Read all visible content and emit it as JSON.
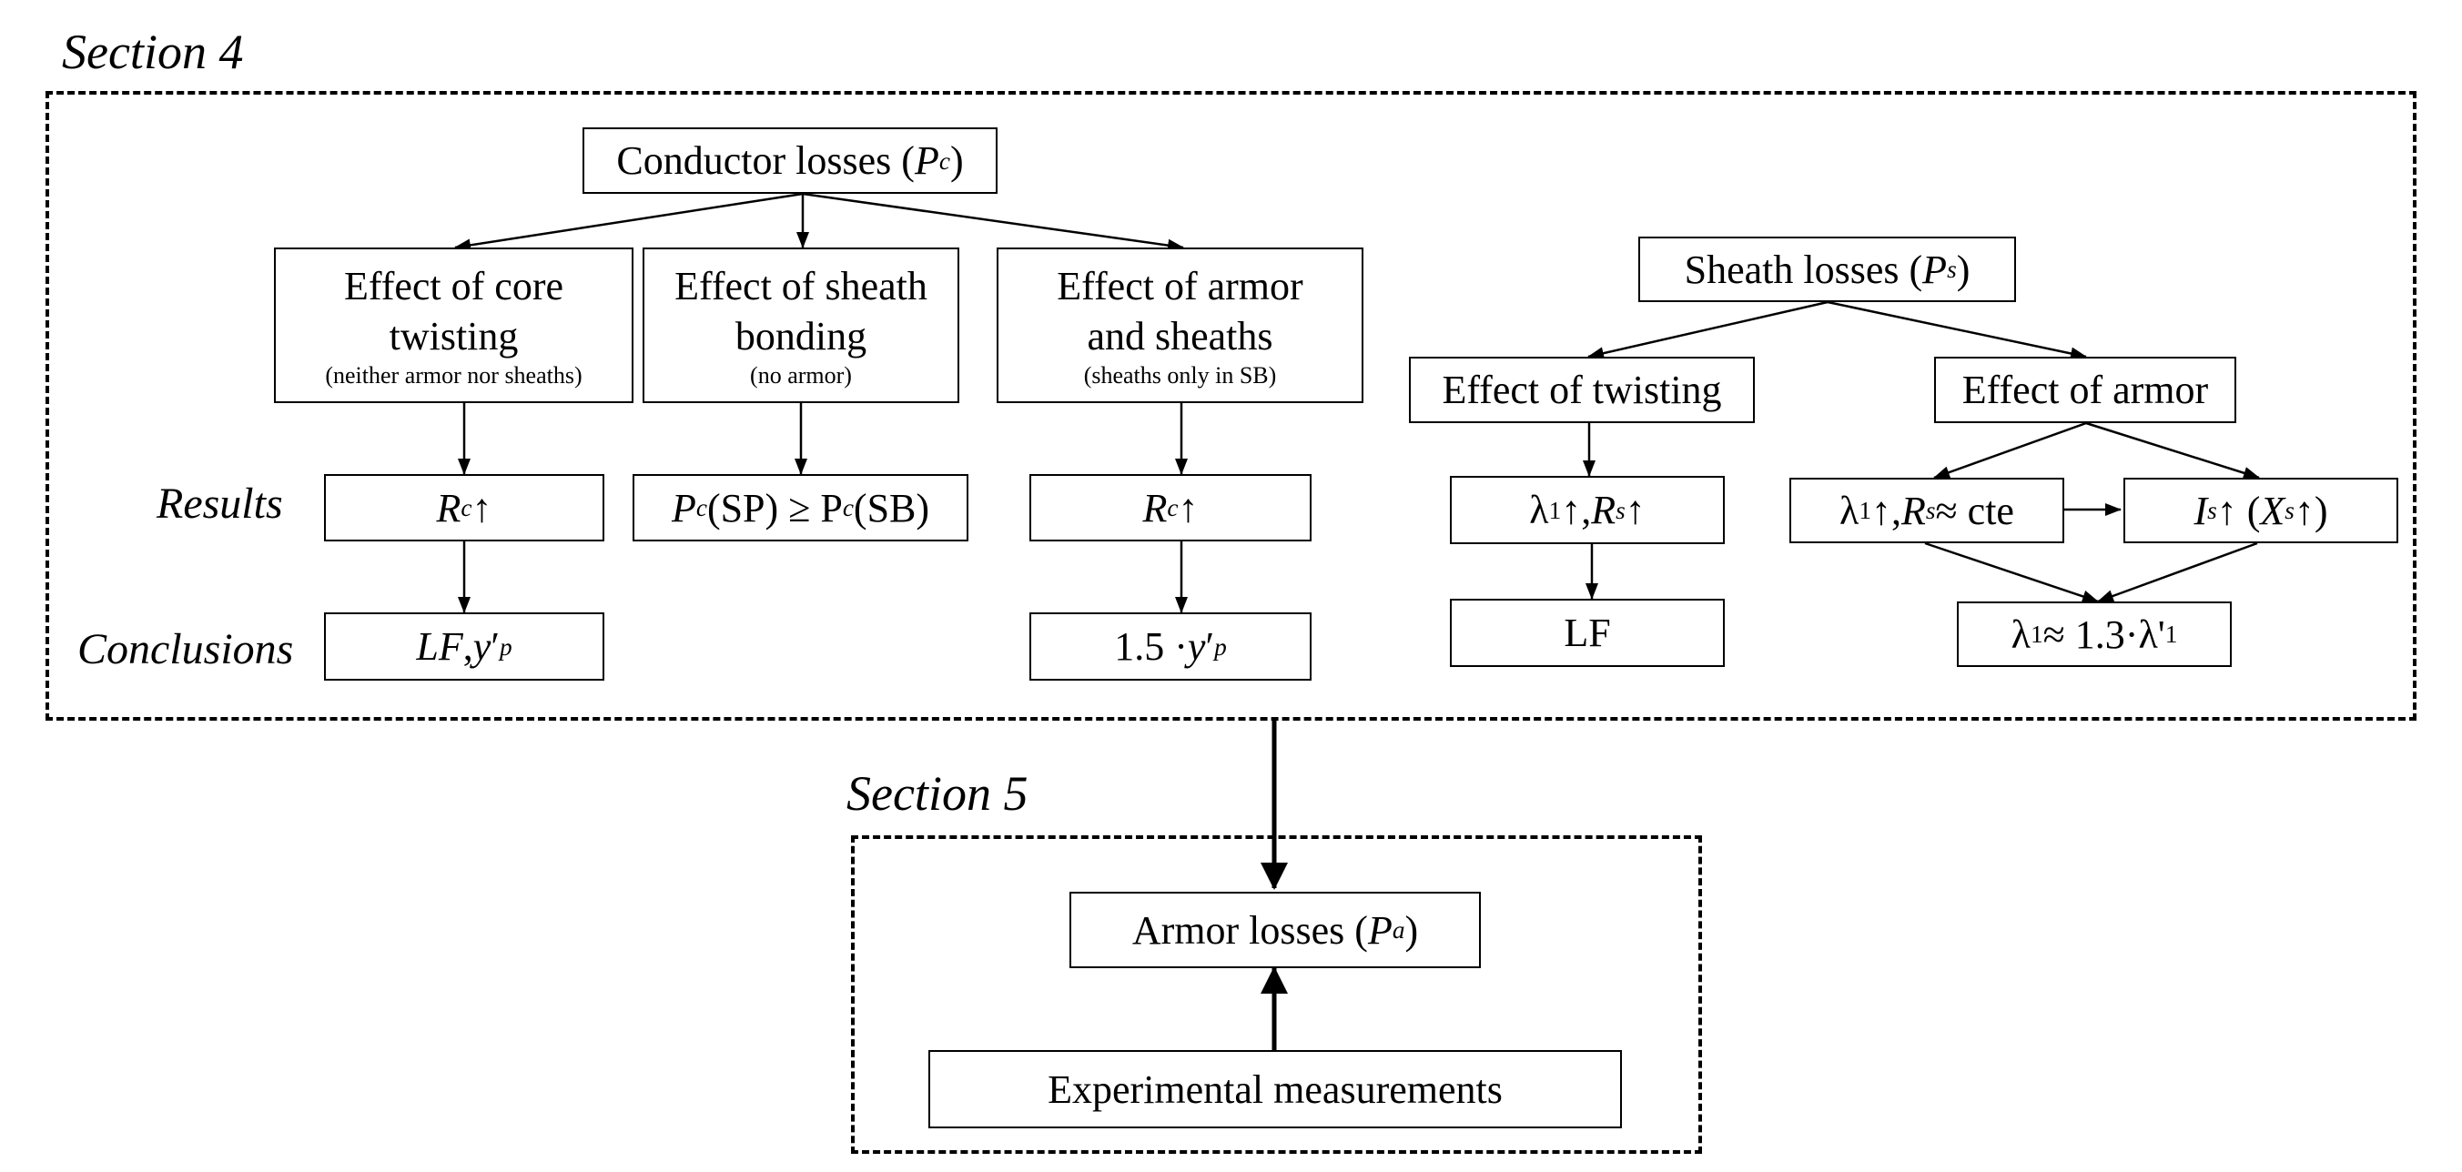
{
  "section4": {
    "label": "Section 4"
  },
  "section5": {
    "label": "Section 5"
  },
  "row_labels": {
    "results": "Results",
    "conclusions": "Conclusions"
  },
  "conductor": {
    "root_prefix": "Conductor losses (",
    "root_var": "P",
    "root_sub": "c",
    "root_suffix": ")",
    "core": {
      "title_line1": "Effect of core",
      "title_line2": "twisting",
      "note": "(neither armor nor sheaths)"
    },
    "bonding": {
      "title_line1": "Effect of sheath",
      "title_line2": "bonding",
      "note": "(no armor)"
    },
    "armor": {
      "title_line1": "Effect of armor",
      "title_line2": "and sheaths",
      "note": "(sheaths only in SB)"
    },
    "core_result": {
      "var": "R",
      "sub": "c",
      "arrow": " ↑"
    },
    "bonding_result": {
      "var1": "P",
      "sub1": "c",
      "mid": "(SP) ≥ P",
      "sub2": "c",
      "end": "(SB)"
    },
    "armor_result": {
      "var": "R",
      "sub": "c",
      "arrow": " ↑"
    },
    "core_conclusion": {
      "text1": "LF",
      "sep": ", ",
      "var": "y",
      "sub": "p",
      "prime": "′"
    },
    "armor_conclusion": {
      "text1": "1.5 · ",
      "var": "y",
      "sub": "p",
      "prime": "′"
    }
  },
  "sheath": {
    "root_prefix": "Sheath losses (",
    "root_var": "P",
    "root_sub": "s",
    "root_suffix": ")",
    "twisting": {
      "title": "Effect of twisting"
    },
    "armor_effect": {
      "title": "Effect of armor"
    },
    "twist_result": {
      "t1": "λ",
      "s1": "1",
      "t2": "↑, ",
      "var": "R",
      "s2": "s",
      "t3": "↑"
    },
    "twist_conclusion": {
      "text": "LF"
    },
    "armor_result1": {
      "t1": "λ",
      "s1": "1",
      "t2": "↑, ",
      "var": "R",
      "s2": "s",
      "t3": " ≈ cte"
    },
    "armor_result2": {
      "var1": "I",
      "s1": "s",
      "t1": "↑ (",
      "var2": "X",
      "s2": "s",
      "t2": "↑)"
    },
    "armor_conclusion": {
      "t1": "λ",
      "s1": "1",
      "t2": " ≈ 1.3·λ'",
      "s2": "1"
    }
  },
  "armor_losses": {
    "prefix": "Armor losses (",
    "var": "P",
    "sub": "a",
    "suffix": ")"
  },
  "experimental": {
    "label": "Experimental measurements"
  }
}
